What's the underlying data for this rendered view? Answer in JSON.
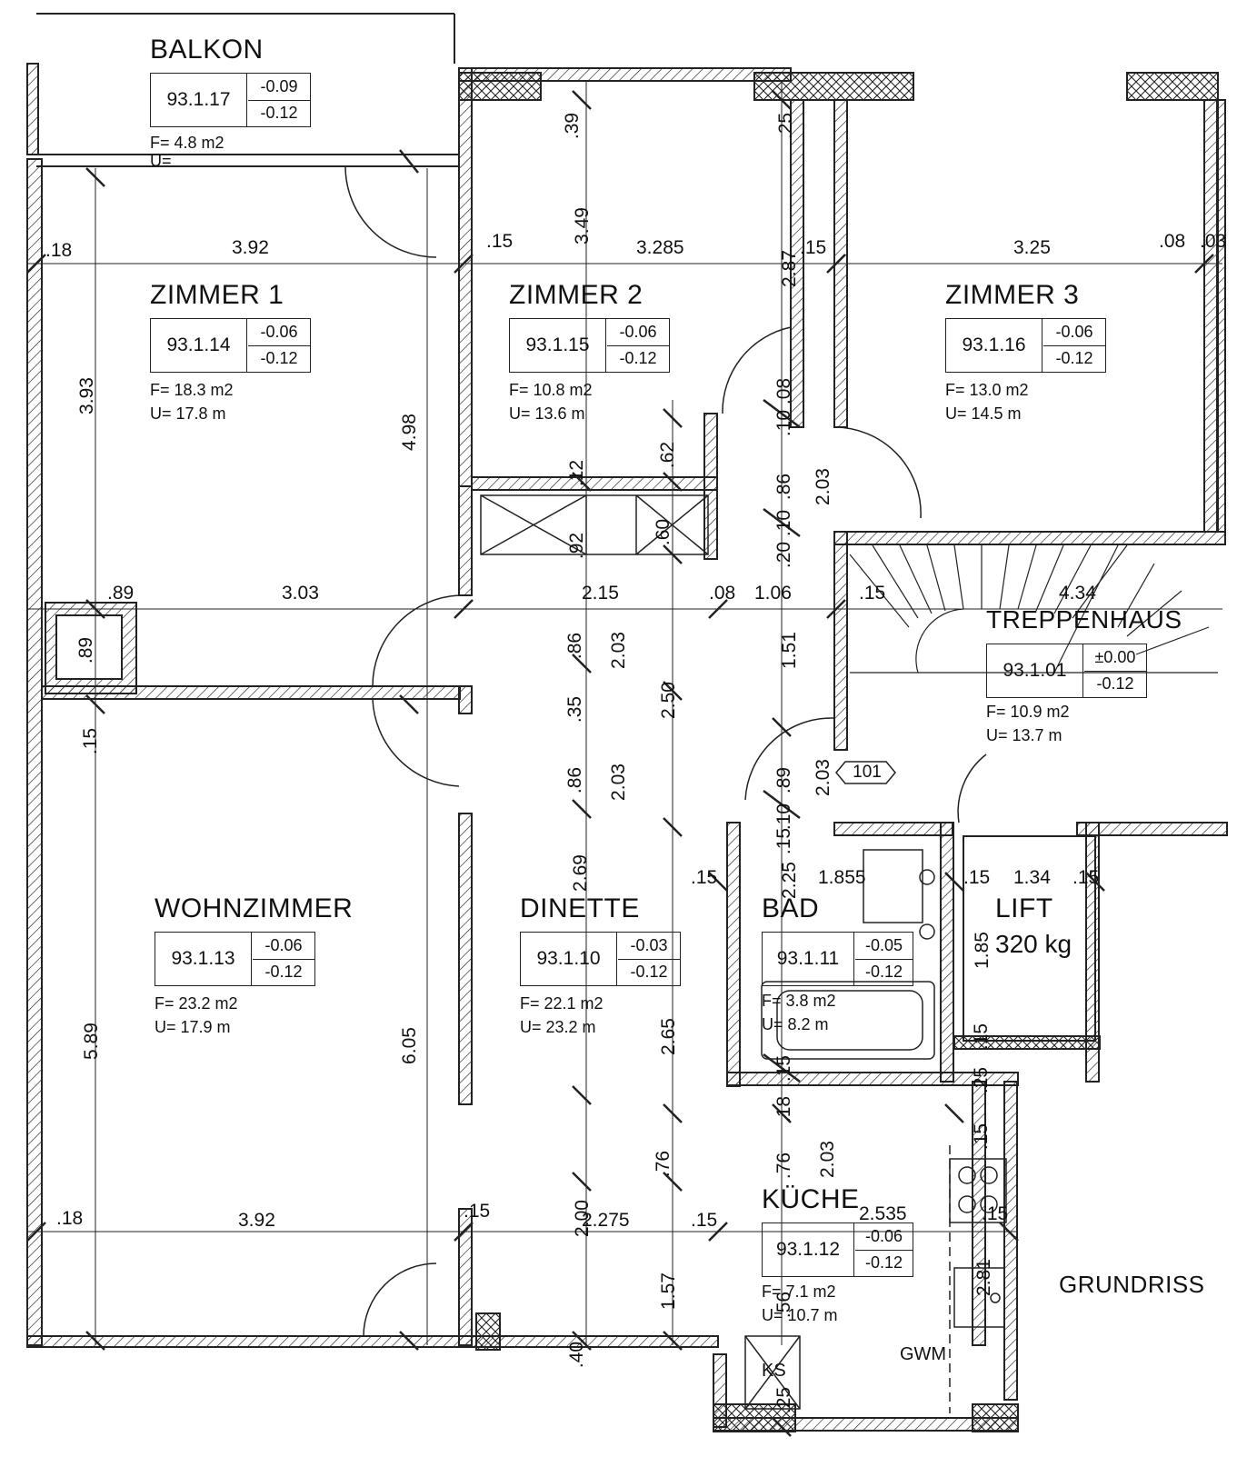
{
  "title": "GRUNDRISS",
  "door_number": "101",
  "rooms": {
    "balkon": {
      "name": "BALKON",
      "code": "93.1.17",
      "lvl_top": "-0.09",
      "lvl_bot": "-0.12",
      "area": "F= 4.8 m2",
      "perim": "U="
    },
    "zimmer1": {
      "name": "ZIMMER 1",
      "code": "93.1.14",
      "lvl_top": "-0.06",
      "lvl_bot": "-0.12",
      "area": "F= 18.3 m2",
      "perim": "U= 17.8 m"
    },
    "zimmer2": {
      "name": "ZIMMER 2",
      "code": "93.1.15",
      "lvl_top": "-0.06",
      "lvl_bot": "-0.12",
      "area": "F= 10.8 m2",
      "perim": "U= 13.6 m"
    },
    "zimmer3": {
      "name": "ZIMMER 3",
      "code": "93.1.16",
      "lvl_top": "-0.06",
      "lvl_bot": "-0.12",
      "area": "F= 13.0 m2",
      "perim": "U= 14.5 m"
    },
    "treppenhaus": {
      "name": "TREPPENHAUS",
      "code": "93.1.01",
      "lvl_top": "±0.00",
      "lvl_bot": "-0.12",
      "area": "F= 10.9 m2",
      "perim": "U= 13.7 m"
    },
    "wohnzimmer": {
      "name": "WOHNZIMMER",
      "code": "93.1.13",
      "lvl_top": "-0.06",
      "lvl_bot": "-0.12",
      "area": "F= 23.2 m2",
      "perim": "U= 17.9 m"
    },
    "dinette": {
      "name": "DINETTE",
      "code": "93.1.10",
      "lvl_top": "-0.03",
      "lvl_bot": "-0.12",
      "area": "F= 22.1 m2",
      "perim": "U= 23.2 m"
    },
    "bad": {
      "name": "BAD",
      "code": "93.1.11",
      "lvl_top": "-0.05",
      "lvl_bot": "-0.12",
      "area": "F= 3.8 m2",
      "perim": "U= 8.2 m"
    },
    "kueche": {
      "name": "KÜCHE",
      "code": "93.1.12",
      "lvl_top": "-0.06",
      "lvl_bot": "-0.12",
      "area": "F= 7.1 m2",
      "perim": "U= 10.7 m"
    },
    "lift": {
      "name": "LIFT",
      "capacity": "320 kg"
    }
  },
  "labels": {
    "gwm": "GWM",
    "ks": "KS",
    "chimney": ".89"
  },
  "dims": {
    "d1": ".18",
    "d2": "3.92",
    "d3": ".15",
    "d4": "3.285",
    "d5": ".15",
    "d6": "3.25",
    "d7": ".08",
    "d8": ".03",
    "d9": ".39",
    "d10": "3.49",
    "d11": ".25",
    "d12": "2.87",
    "d13": "3.93",
    "d14": "4.98",
    "d15": ".10",
    "d16": ".08",
    "d17": ".86",
    "d18": ".10",
    "d19": ".20",
    "d20": "2.03",
    "d21": ".12",
    "d22": ".62",
    "d23": ".92",
    "d24": ".60",
    "d25": ".89",
    "d26": "3.03",
    "d27": "2.15",
    "d28": ".08",
    "d29": "1.06",
    "d30": ".15",
    "d31": "4.34",
    "d32": ".86",
    "d33": "2.03",
    "d34": ".35",
    "d35": ".86",
    "d36": "2.03",
    "d37": "2.50",
    "d38": "1.51",
    "d39": ".15",
    "d40": ".89",
    "d41": ".10",
    "d42": "2.03",
    "d43": ".15",
    "d44": "2.69",
    "d45": ".15",
    "d46": "2.25",
    "d47": "1.855",
    "d48": ".15",
    "d49": "1.34",
    "d50": ".15",
    "d51": "1.85",
    "d52": "5.89",
    "d53": "6.05",
    "d54": "2.65",
    "d55": ".15",
    "d56": ".15",
    "d57": ".25",
    "d58": ".18",
    "d59": ".15",
    "d60": ".76",
    "d61": ".76",
    "d62": "2.03",
    "d63": ".18",
    "d64": "3.92",
    "d65": ".15",
    "d66": "2.00",
    "d67": "2.275",
    "d68": ".15",
    "d69": "2.535",
    "d70": ".15",
    "d71": "2.81",
    "d72": "1.57",
    "d73": ".56",
    "d74": ".40",
    "d75": ".25"
  },
  "colors": {
    "ink": "#222222",
    "paper": "#ffffff"
  }
}
